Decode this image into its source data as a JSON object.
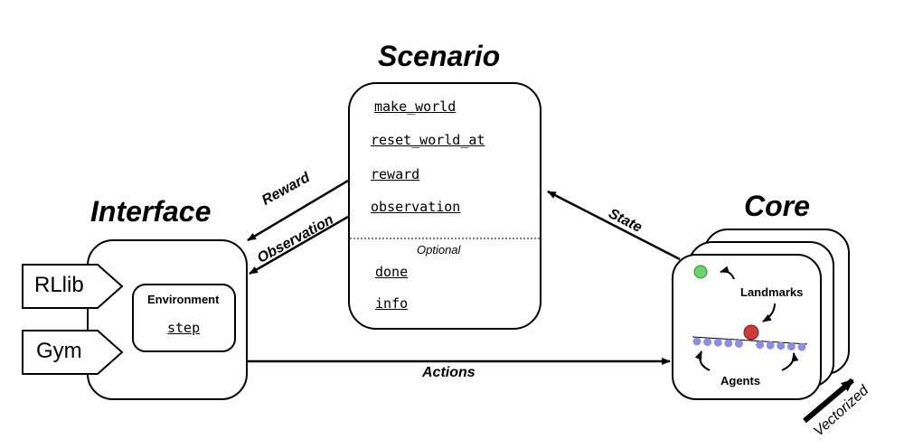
{
  "scenario": {
    "title": "Scenario",
    "functions": [
      "make_world",
      "reset_world_at",
      "reward",
      "observation"
    ],
    "optional_label": "Optional",
    "optional_functions": [
      "done",
      "info"
    ]
  },
  "interface": {
    "title": "Interface",
    "environment_label": "Environment",
    "step_label": "step",
    "wrappers": [
      "RLlib",
      "Gym"
    ]
  },
  "core": {
    "title": "Core",
    "landmarks_label": "Landmarks",
    "agents_label": "Agents",
    "vectorized_label": "Vectorized",
    "colors": {
      "landmark_green": "#6bd36b",
      "landmark_red": "#c83c3c",
      "agent": "#8e8ee0"
    }
  },
  "arrows": {
    "reward": "Reward",
    "observation": "Observation",
    "state": "State",
    "actions": "Actions"
  }
}
